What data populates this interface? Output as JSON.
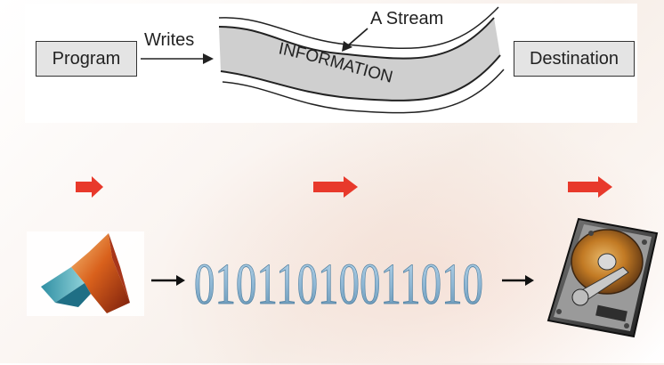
{
  "diagram": {
    "program_label": "Program",
    "writes_label": "Writes",
    "stream_label": "A Stream",
    "information_label": "INFORMATION",
    "destination_label": "Destination"
  },
  "pipeline": {
    "binary_text": "01011010011010",
    "icons": [
      "matlab-logo-icon",
      "hard-drive-icon"
    ],
    "accent_color": "#e8392b",
    "binary_color": "#8fb7d4"
  }
}
